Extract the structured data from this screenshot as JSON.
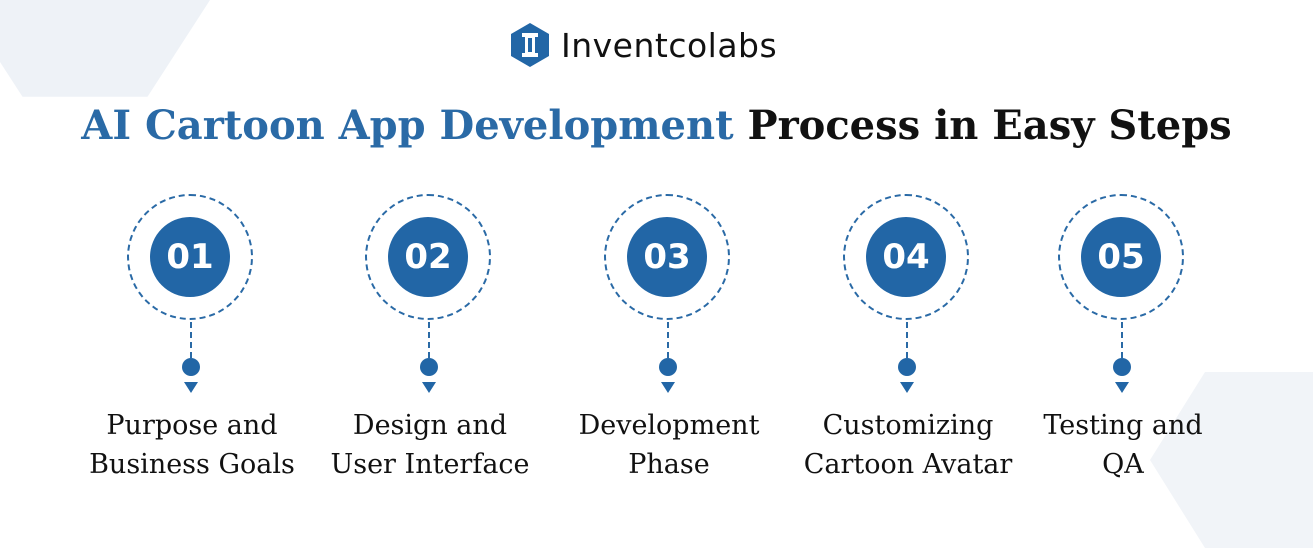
{
  "brand": {
    "name": "Inventcolabs",
    "logo_icon": "hexagon-logo-icon",
    "color": "#2266a6"
  },
  "title": {
    "accent": "AI Cartoon App Development",
    "rest": "Process in Easy Steps",
    "accent_color": "#2a6aa6"
  },
  "steps": [
    {
      "number": "01",
      "line1": "Purpose and",
      "line2": "Business Goals"
    },
    {
      "number": "02",
      "line1": "Design and",
      "line2": "User Interface"
    },
    {
      "number": "03",
      "line1": "Development",
      "line2": "Phase"
    },
    {
      "number": "04",
      "line1": "Customizing",
      "line2": "Cartoon Avatar"
    },
    {
      "number": "05",
      "line1": "Testing and",
      "line2": "QA"
    }
  ]
}
